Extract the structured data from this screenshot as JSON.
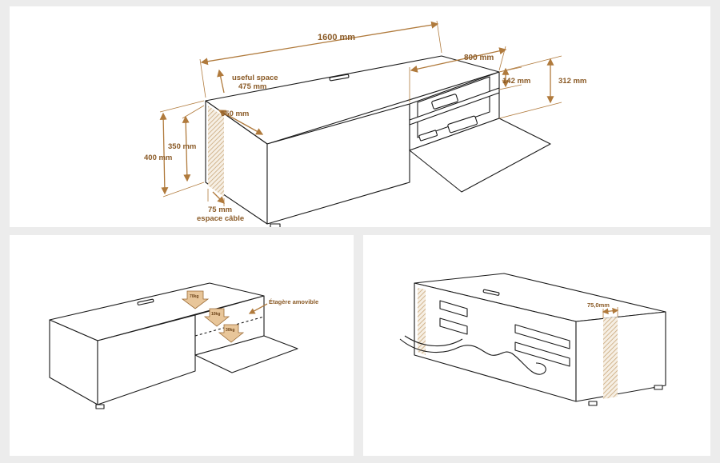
{
  "top": {
    "width": "1600 mm",
    "depth": "800 mm",
    "useful_space_line1": "useful space",
    "useful_space_line2": "475 mm",
    "inner_depth": "550 mm",
    "inner_height": "350 mm",
    "outer_height": "400 mm",
    "shelf_gap": "142 mm",
    "compartment_height": "312 mm",
    "cable_space_line1": "75 mm",
    "cable_space_line2": "espace câble"
  },
  "bottom_left": {
    "shelf_label": "Étagère amovible",
    "load1": "70kg",
    "load2": "10kg",
    "load3": "30kg"
  },
  "bottom_right": {
    "cable_gap": "75,0mm"
  },
  "colors": {
    "dimension": "#8a5a26",
    "hatch": "#c9a77a",
    "load_arrow": "#e8c69a"
  }
}
